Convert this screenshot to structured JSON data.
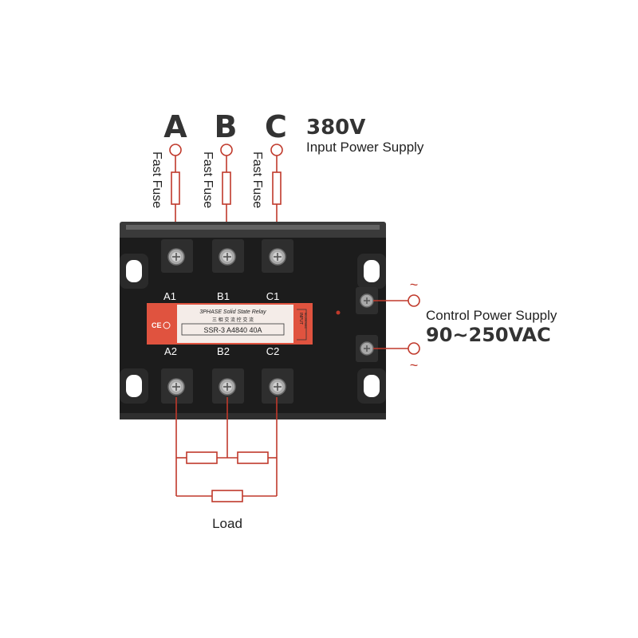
{
  "phases": [
    "A",
    "B",
    "C"
  ],
  "fuse_label": "Fast Fuse",
  "input_power": {
    "voltage": "380V",
    "label": "Input Power Supply"
  },
  "control_power": {
    "label": "Control Power Supply",
    "voltage": "90~250VAC",
    "ac_symbol": "~"
  },
  "relay": {
    "top_terminals": [
      "A1",
      "B1",
      "C1"
    ],
    "bottom_terminals": [
      "A2",
      "B2",
      "C2"
    ],
    "plate_title": "3PHASE Solid State Relay",
    "plate_chinese": "三 相 交 流 控 交 流",
    "plate_model": "SSR-3   A4840   40A",
    "input_tag": "INPUT",
    "input_range": "90-250VAC",
    "cert_marks": "CE"
  },
  "load_label": "Load",
  "colors": {
    "wire": "#c0392b",
    "plate": "#e0533f",
    "body": "#1c1c1c",
    "text": "#333333"
  }
}
